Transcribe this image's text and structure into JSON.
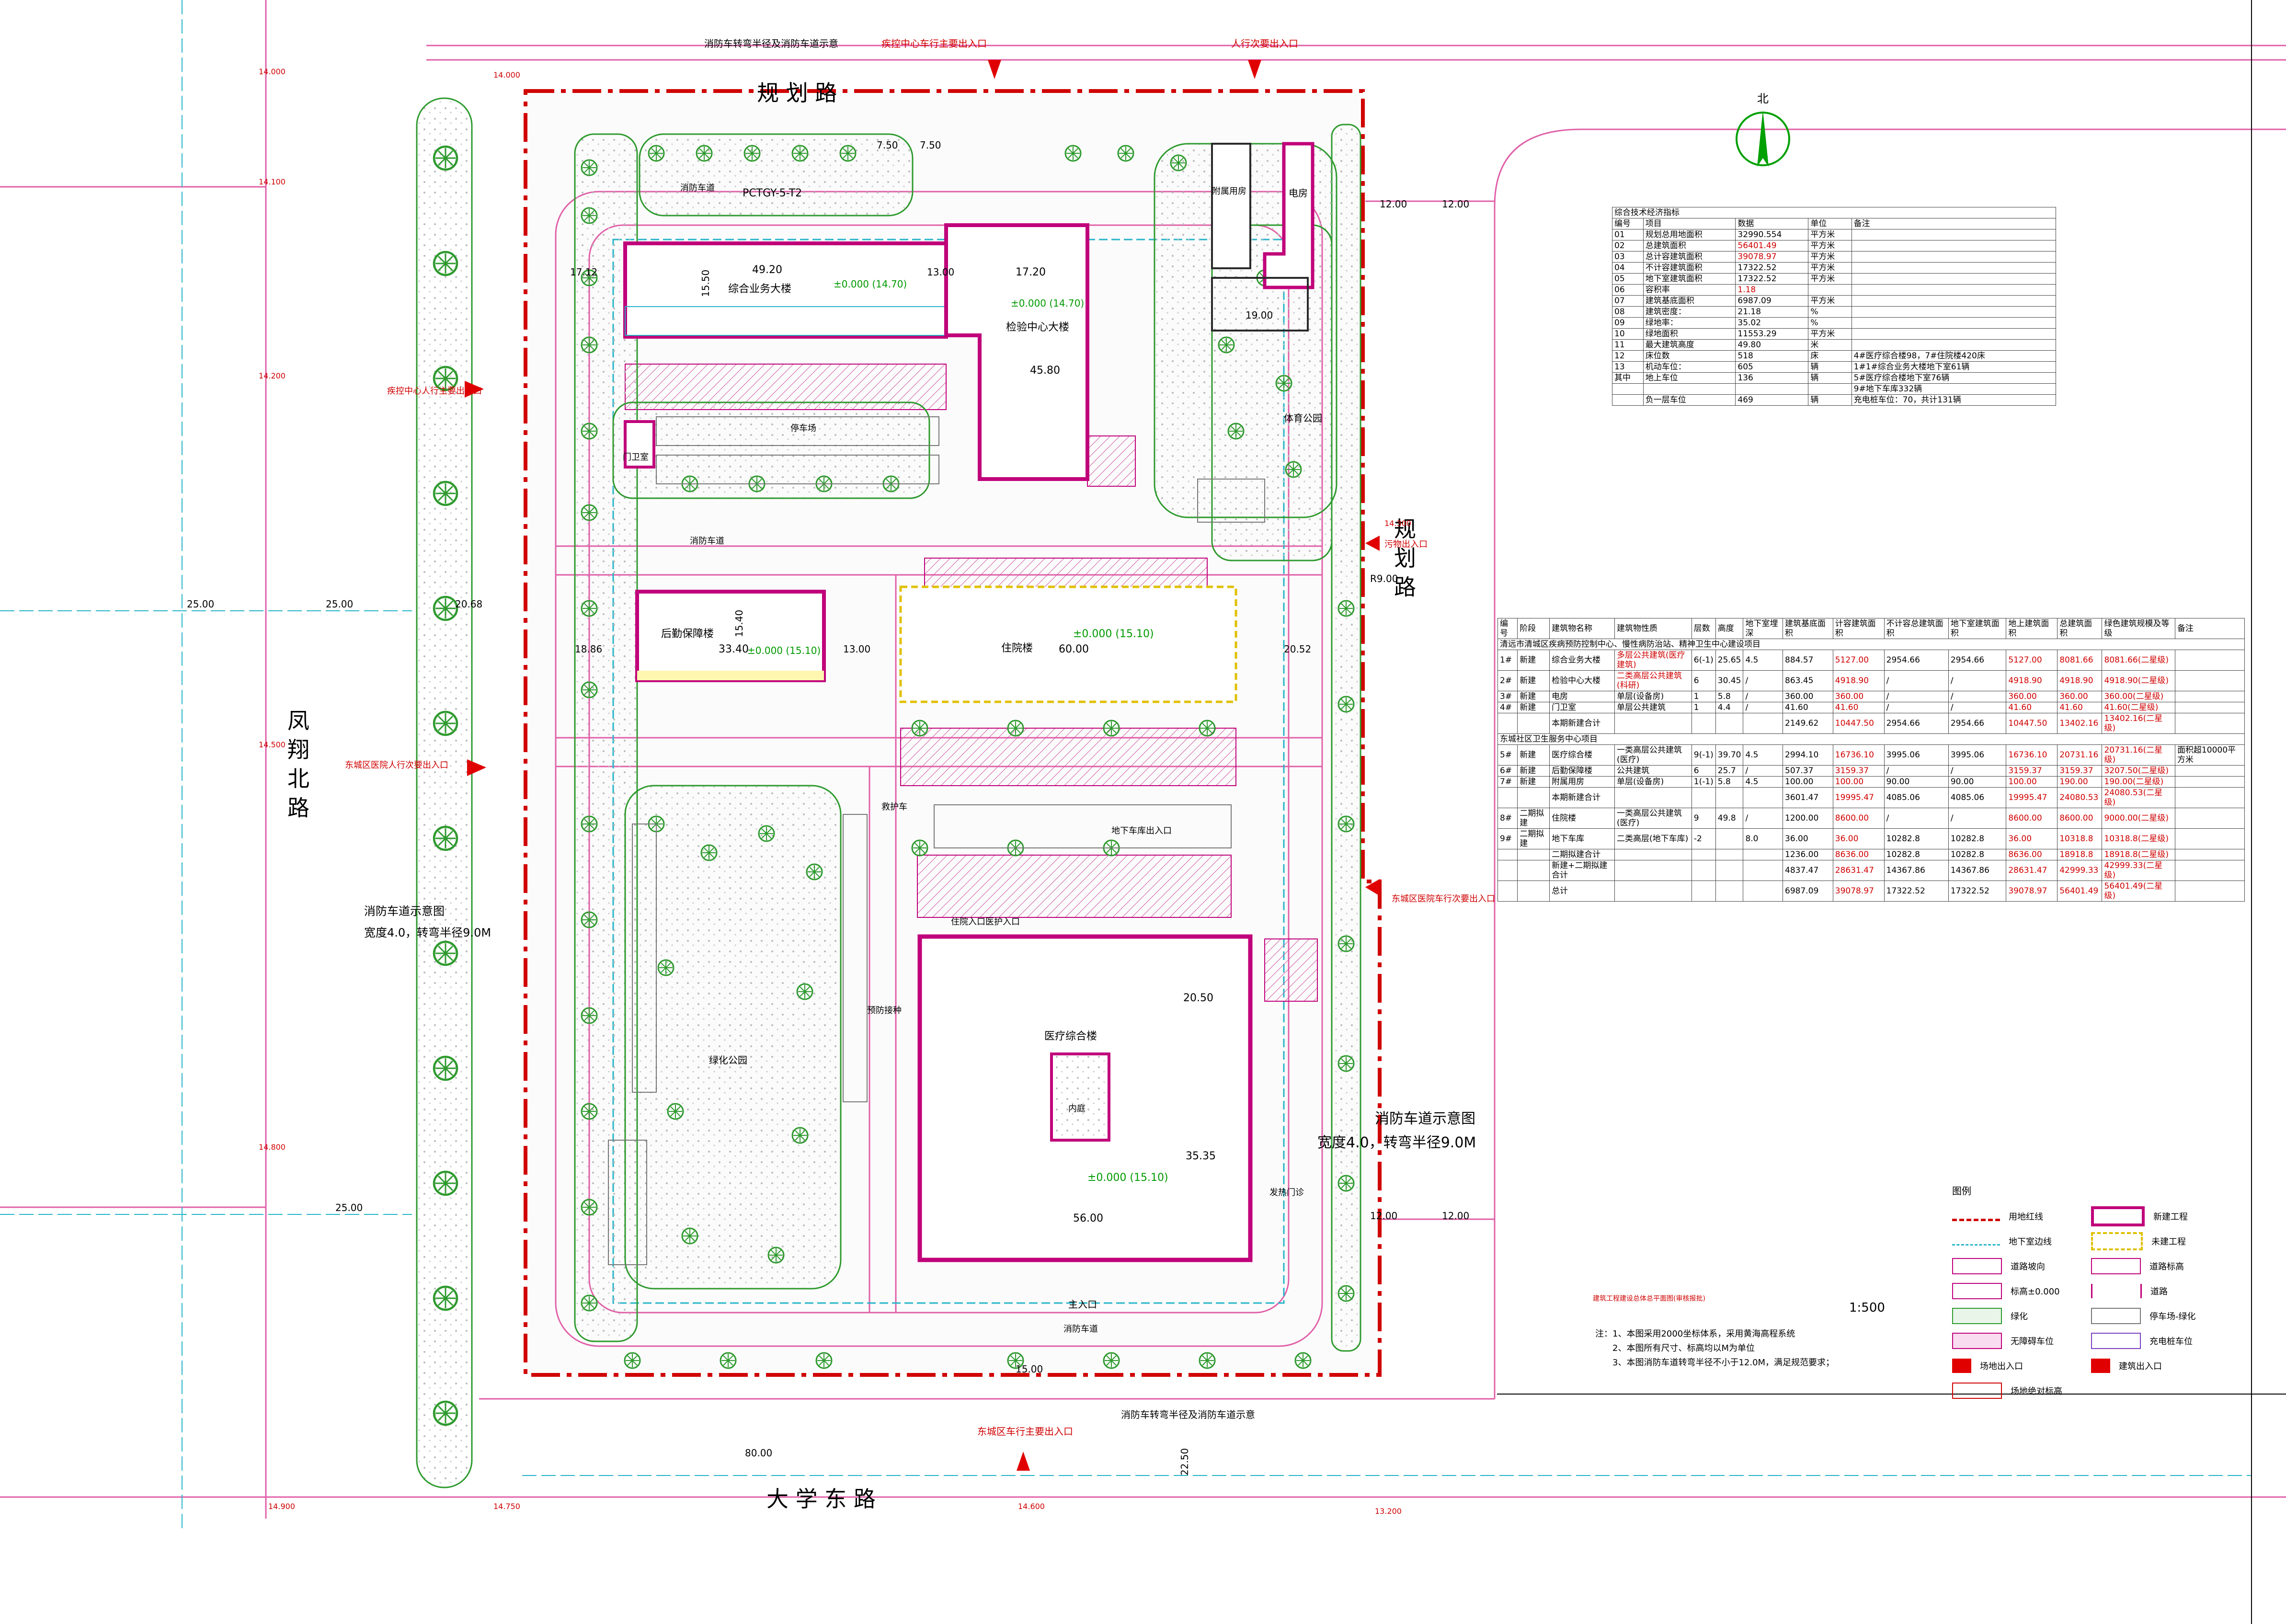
{
  "roads": {
    "north": "规  划  路",
    "east": "规 划 路",
    "west": "凤  翔  北  路",
    "south": "大  学  东  路"
  },
  "entrances": {
    "north_vehicle_main": "疾控中心车行主要出入口",
    "north_pedestrian": "人行次要出入口",
    "west_pedestrian_cdc": "疾控中心人行主要出入口",
    "west_pedestrian_hospital": "东城区医院人行次要出入口",
    "east_logistics": "污物出入口",
    "east_hospital_vehicle": "东城区医院车行次要出入口",
    "south_vehicle_main": "东城区车行主要出入口"
  },
  "fire_notes": {
    "north_title": "消防车转弯半径及消防车道示意",
    "south_title": "消防车转弯半径及消防车道示意",
    "west_title": "消防车道示意图",
    "west_spec": "宽度4.0，转弯半径9.0M",
    "east_title": "消防车道示意图",
    "east_spec": "宽度4.0，转弯半径9.0M",
    "fire_lane": "消防车道"
  },
  "buildings": {
    "b1": "综合业务大楼",
    "b2": "检验中心大楼",
    "b3": "电房",
    "b4": "门卫室",
    "b6": "后勤保障楼",
    "b7": "附属用房",
    "b8": "住院楼",
    "b5": "医疗综合楼",
    "b1_elev": "±0.000 (14.70)",
    "b2_elev": "±0.000 (14.70)",
    "b6_elev": "±0.000 (15.10)",
    "b8_elev": "±0.000 (15.10)",
    "b5_elev": "±0.000 (15.10)",
    "courtyard": "内庭",
    "main_entrance": "主入口",
    "parking": "停车场",
    "playground": "体育公园",
    "garden": "绿化公园",
    "inpatient_entrance": "住院入口医护入口",
    "garage_entrance": "地下车库出入口",
    "fire_pump": "预防接种",
    "emergency": "救护车",
    "fever": "发热门诊",
    "cdc_gate": "PCTGY-5-T2"
  },
  "dimensions": {
    "road_w1": "25.00",
    "road_w2": "25.00",
    "west_road_s": "25.00",
    "east_road_n": "12.00",
    "east_road_n2": "12.00",
    "east_road_s": "12.00",
    "east_road_s2": "12.00",
    "bottom_total": "80.00",
    "b1_len": "49.20",
    "b2_w": "17.20",
    "b2_len": "45.80",
    "b6_len": "33.40",
    "b8_len": "60.00",
    "b5_len": "56.00",
    "b5_d": "35.35",
    "b5_w": "20.50",
    "b7_w": "19.00",
    "dim_20_68": "20.68",
    "dim_18_86": "18.86",
    "dim_20_52": "20.52",
    "dim_13_00": "13.00",
    "dim_7_50a": "7.50",
    "dim_7_50b": "7.50",
    "dim_15_00": "15.00",
    "dim_22_50": "22.50",
    "dim_17_12": "17.12",
    "dim_15_50": "15.50",
    "dim_15_40": "15.40",
    "dim_13_00b": "13.00",
    "dim_r9": "R9.00"
  },
  "elevations_spot": [
    "14.000",
    "14.100",
    "14.200",
    "14.500",
    "14.800",
    "14.300",
    "14.600",
    "14.900",
    "14.750",
    "13.200"
  ],
  "north_label": "北",
  "tech_table": {
    "title": "综合技术经济指标",
    "headers": [
      "编号",
      "项目",
      "数据",
      "单位",
      "备注"
    ],
    "rows": [
      [
        "01",
        "规划总用地面积",
        "32990.554",
        "平方米",
        ""
      ],
      [
        "02",
        "总建筑面积",
        "56401.49",
        "平方米",
        ""
      ],
      [
        "03",
        "总计容建筑面积",
        "39078.97",
        "平方米",
        ""
      ],
      [
        "04",
        "不计容建筑面积",
        "17322.52",
        "平方米",
        ""
      ],
      [
        "05",
        "地下室建筑面积",
        "17322.52",
        "平方米",
        ""
      ],
      [
        "06",
        "容积率",
        "1.18",
        "",
        ""
      ],
      [
        "07",
        "建筑基底面积",
        "6987.09",
        "平方米",
        ""
      ],
      [
        "08",
        "建筑密度：",
        "21.18",
        "%",
        ""
      ],
      [
        "09",
        "绿地率：",
        "35.02",
        "%",
        ""
      ],
      [
        "10",
        "绿地面积",
        "11553.29",
        "平方米",
        ""
      ],
      [
        "11",
        "最大建筑高度",
        "49.80",
        "米",
        ""
      ],
      [
        "12",
        "床位数",
        "518",
        "床",
        "4#医疗综合楼98，7#住院楼420床"
      ],
      [
        "13",
        "机动车位：",
        "605",
        "辆",
        "1#1#综合业务大楼地下室61辆"
      ]
    ],
    "sub_rows": [
      [
        "其中",
        "地上车位",
        "136",
        "辆",
        "5#医疗综合楼地下室76辆"
      ],
      [
        "",
        "",
        "",
        "",
        "9#地下车库332辆"
      ],
      [
        "",
        "负一层车位",
        "469",
        "辆",
        "充电桩车位：70，共计131辆"
      ]
    ]
  },
  "bld_table": {
    "headers": [
      "编号",
      "阶段",
      "建筑物名称",
      "建筑物性质",
      "层数",
      "高度",
      "地下室埋深",
      "建筑基底面积",
      "计容建筑面积",
      "不计容总建筑面积",
      "地下室建筑面积",
      "地上建筑面积",
      "总建筑面积",
      "绿色建筑规模及等级",
      "备注"
    ],
    "group1_title": "清远市清城区疾病预防控制中心、慢性病防治站、精神卫生中心建设项目",
    "group2_title": "东城社区卫生服务中心项目",
    "rows": [
      [
        "1#",
        "新建",
        "综合业务大楼",
        "多层公共建筑(医疗建筑)",
        "6(-1)",
        "25.65",
        "4.5",
        "884.57",
        "5127.00",
        "2954.66",
        "2954.66",
        "5127.00",
        "8081.66",
        "8081.66(二星级)",
        ""
      ],
      [
        "2#",
        "新建",
        "检验中心大楼",
        "二类高层公共建筑(科研)",
        "6",
        "30.45",
        "/",
        "863.45",
        "4918.90",
        "/",
        "/",
        "4918.90",
        "4918.90",
        "4918.90(二星级)",
        ""
      ],
      [
        "3#",
        "新建",
        "电房",
        "单层(设备房)",
        "1",
        "5.8",
        "/",
        "360.00",
        "360.00",
        "/",
        "/",
        "360.00",
        "360.00",
        "360.00(二星级)",
        ""
      ],
      [
        "4#",
        "新建",
        "门卫室",
        "单层公共建筑",
        "1",
        "4.4",
        "/",
        "41.60",
        "41.60",
        "/",
        "/",
        "41.60",
        "41.60",
        "41.60(二星级)",
        ""
      ],
      [
        "",
        "",
        "本期新建合计",
        "",
        "",
        "",
        "",
        "2149.62",
        "10447.50",
        "2954.66",
        "2954.66",
        "10447.50",
        "13402.16",
        "13402.16(二星级)",
        ""
      ],
      [
        "5#",
        "新建",
        "医疗综合楼",
        "一类高层公共建筑(医疗)",
        "9(-1)",
        "39.70",
        "4.5",
        "2994.10",
        "16736.10",
        "3995.06",
        "3995.06",
        "16736.10",
        "20731.16",
        "20731.16(二星级)",
        "面积超10000平方米"
      ],
      [
        "6#",
        "新建",
        "后勤保障楼",
        "公共建筑",
        "6",
        "25.7",
        "/",
        "507.37",
        "3159.37",
        "/",
        "/",
        "3159.37",
        "3159.37",
        "3207.50(二星级)",
        ""
      ],
      [
        "7#",
        "新建",
        "附属用房",
        "单层(设备房)",
        "1(-1)",
        "5.8",
        "4.5",
        "100.00",
        "100.00",
        "90.00",
        "90.00",
        "100.00",
        "190.00",
        "190.00(二星级)",
        ""
      ],
      [
        "",
        "",
        "本期新建合计",
        "",
        "",
        "",
        "",
        "3601.47",
        "19995.47",
        "4085.06",
        "4085.06",
        "19995.47",
        "24080.53",
        "24080.53(二星级)",
        ""
      ],
      [
        "8#",
        "二期拟建",
        "住院楼",
        "一类高层公共建筑(医疗)",
        "9",
        "49.8",
        "/",
        "1200.00",
        "8600.00",
        "/",
        "/",
        "8600.00",
        "8600.00",
        "9000.00(二星级)",
        ""
      ],
      [
        "9#",
        "二期拟建",
        "地下车库",
        "二类高层(地下车库)",
        "-2",
        "",
        "8.0",
        "36.00",
        "36.00",
        "10282.8",
        "10282.8",
        "36.00",
        "10318.8",
        "10318.8(二星级)",
        ""
      ],
      [
        "",
        "",
        "二期拟建合计",
        "",
        "",
        "",
        "",
        "1236.00",
        "8636.00",
        "10282.8",
        "10282.8",
        "8636.00",
        "18918.8",
        "18918.8(二星级)",
        ""
      ],
      [
        "",
        "",
        "新建+二期拟建合计",
        "",
        "",
        "",
        "",
        "4837.47",
        "28631.47",
        "14367.86",
        "14367.86",
        "28631.47",
        "42999.33",
        "42999.33(二星级)",
        ""
      ],
      [
        "",
        "",
        "总计",
        "",
        "",
        "",
        "",
        "6987.09",
        "39078.97",
        "17322.52",
        "17322.52",
        "39078.97",
        "56401.49",
        "56401.49(二星级)",
        ""
      ]
    ]
  },
  "legend": {
    "title": "图例",
    "items": [
      {
        "label": "用地红线",
        "kind": "redline"
      },
      {
        "label": "新建工程",
        "kind": "magbox"
      },
      {
        "label": "地下室边线",
        "kind": "cyandash"
      },
      {
        "label": "未建工程",
        "kind": "yellowbox"
      },
      {
        "label": "道路坡向",
        "kind": "slope"
      },
      {
        "label": "道路标高",
        "kind": "elev"
      },
      {
        "label": "标高±0.000",
        "kind": "zero"
      },
      {
        "label": "道路",
        "kind": "road"
      },
      {
        "label": "绿化",
        "kind": "green"
      },
      {
        "label": "停车场-绿化",
        "kind": "park"
      },
      {
        "label": "无障碍车位",
        "kind": "accessible"
      },
      {
        "label": "充电桩车位",
        "kind": "charge"
      },
      {
        "label": "场地出入口",
        "kind": "entry"
      },
      {
        "label": "建筑出入口",
        "kind": "bentry"
      },
      {
        "label": "场地绝对标高",
        "kind": "absolute"
      }
    ]
  },
  "scale": "1:500",
  "plan_name": "建筑工程建设总体总平面图(审核报批)",
  "notes": [
    "注：1、本图采用2000坐标体系，采用黄海高程系统",
    "2、本图所有尺寸、标高均以M为单位",
    "3、本图消防车道转弯半径不小于12.0M，满足规范要求；"
  ],
  "colors": {
    "redline": "#d00000",
    "new": "#c0007a",
    "tree": "#2e9a2e",
    "cyan": "#26b4c8",
    "road_edge": "#d9468f"
  }
}
